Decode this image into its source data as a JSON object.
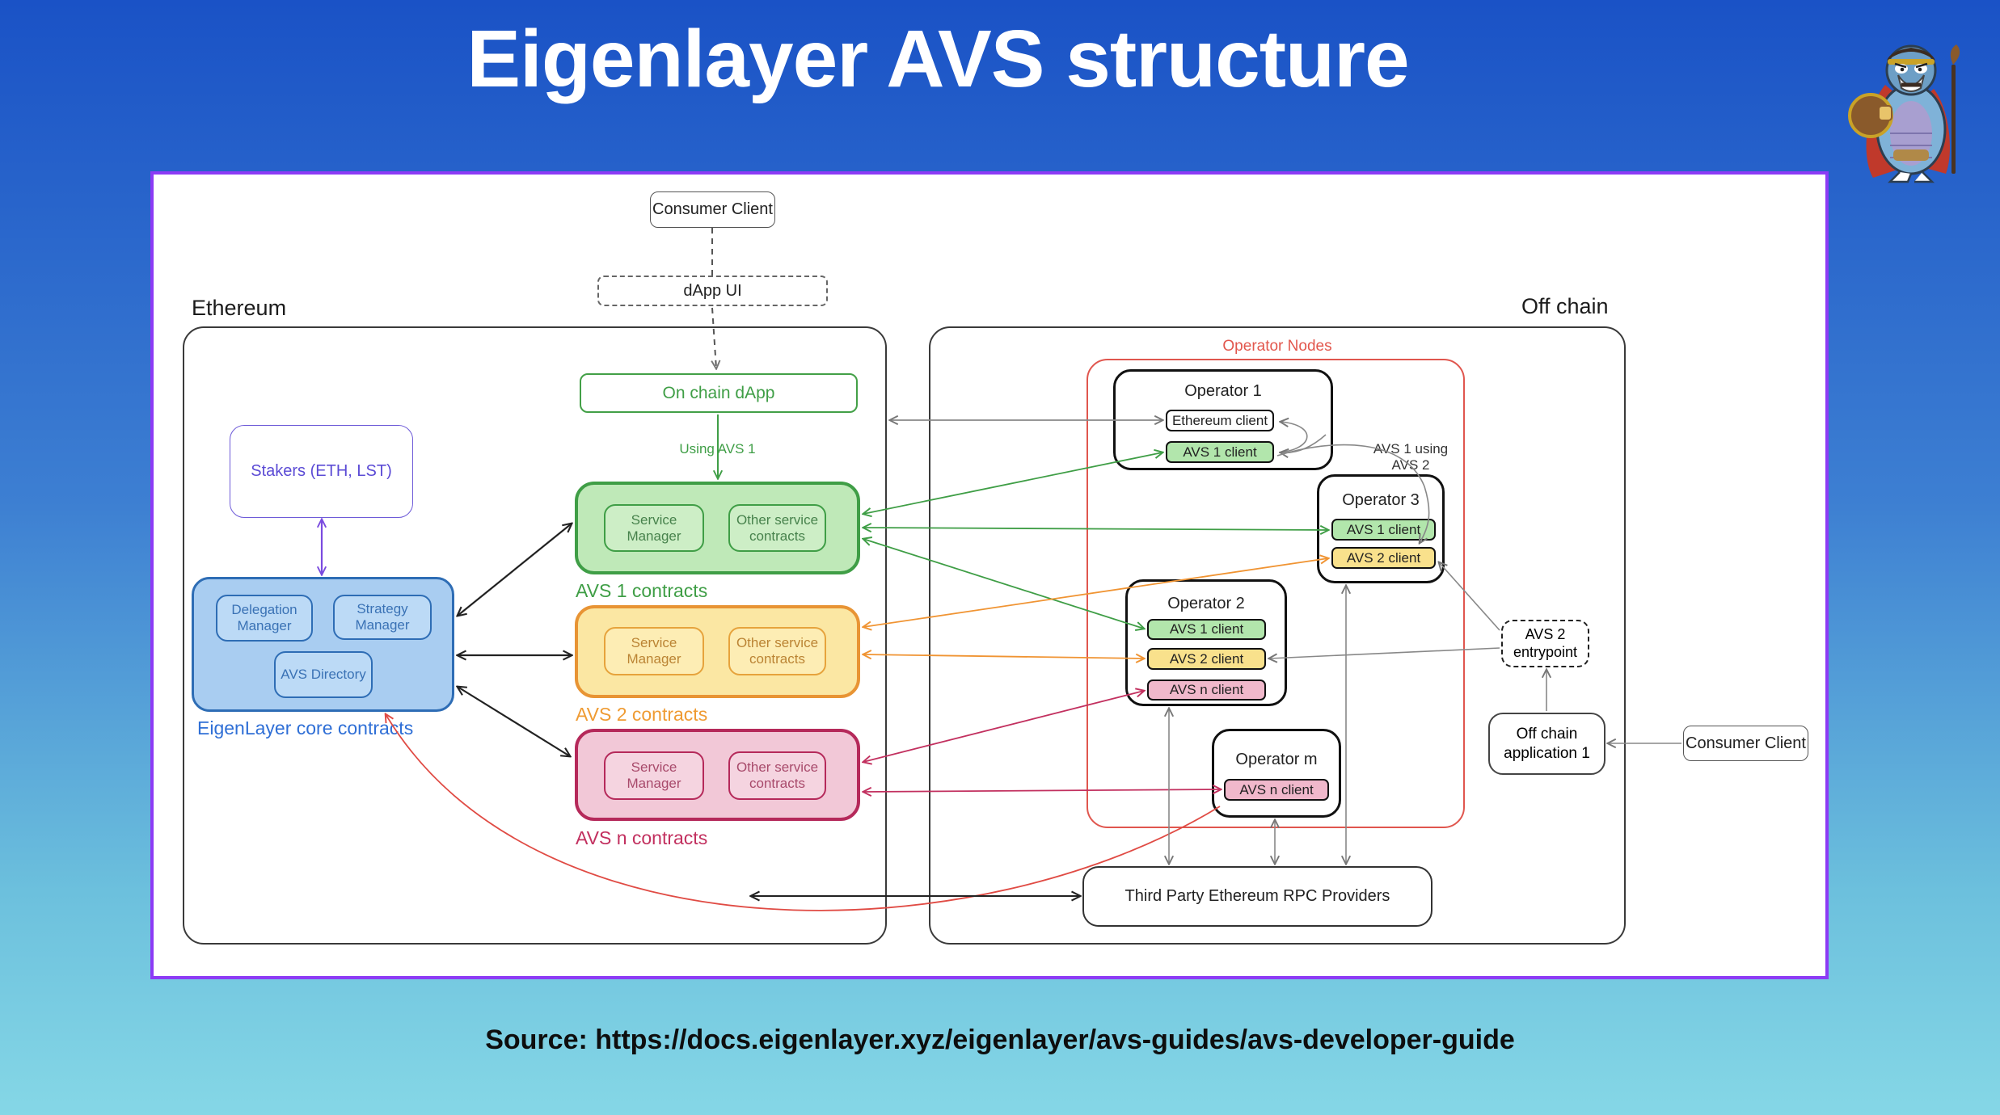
{
  "title": "Eigenlayer AVS structure",
  "source_text": "Source: https://docs.eigenlayer.xyz/eigenlayer/avs-guides/avs-developer-guide",
  "colors": {
    "panel_border": "#8c3bf5",
    "avs1_green": "#3f9e46",
    "avs2_orange": "#ef9b33",
    "avsn_crimson": "#c2305f",
    "core_blue": "#2f6fd6",
    "operator_nodes_red": "#e2574d"
  },
  "top": {
    "consumer_client": "Consumer Client",
    "dapp_ui": "dApp UI"
  },
  "ethereum": {
    "label": "Ethereum",
    "on_chain_dapp": "On chain dApp",
    "using_avs1": "Using AVS 1",
    "stakers": "Stakers (ETH, LST)",
    "core": {
      "label": "EigenLayer core contracts",
      "delegation_manager": "Delegation Manager",
      "strategy_manager": "Strategy Manager",
      "avs_directory": "AVS Directory"
    },
    "avs_groups": [
      {
        "label": "AVS 1 contracts",
        "service_manager": "Service Manager",
        "other": "Other service contracts"
      },
      {
        "label": "AVS 2 contracts",
        "service_manager": "Service Manager",
        "other": "Other service contracts"
      },
      {
        "label": "AVS n contracts",
        "service_manager": "Service Manager",
        "other": "Other service contracts"
      }
    ]
  },
  "offchain": {
    "label": "Off chain",
    "operator_nodes_label": "Operator Nodes",
    "operators": [
      {
        "title": "Operator 1",
        "clients": [
          {
            "label": "Ethereum client"
          },
          {
            "label": "AVS 1 client"
          }
        ]
      },
      {
        "title": "Operator 3",
        "clients": [
          {
            "label": "AVS 1 client"
          },
          {
            "label": "AVS 2 client"
          }
        ]
      },
      {
        "title": "Operator 2",
        "clients": [
          {
            "label": "AVS 1 client"
          },
          {
            "label": "AVS 2 client"
          },
          {
            "label": "AVS n client"
          }
        ]
      },
      {
        "title": "Operator m",
        "clients": [
          {
            "label": "AVS n client"
          }
        ]
      }
    ],
    "avs1_using_avs2": "AVS 1 using AVS 2",
    "avs2_entrypoint": "AVS 2 entrypoint",
    "offchain_application": "Off chain application 1",
    "consumer_client": "Consumer Client",
    "rpc_providers": "Third Party Ethereum RPC Providers"
  }
}
